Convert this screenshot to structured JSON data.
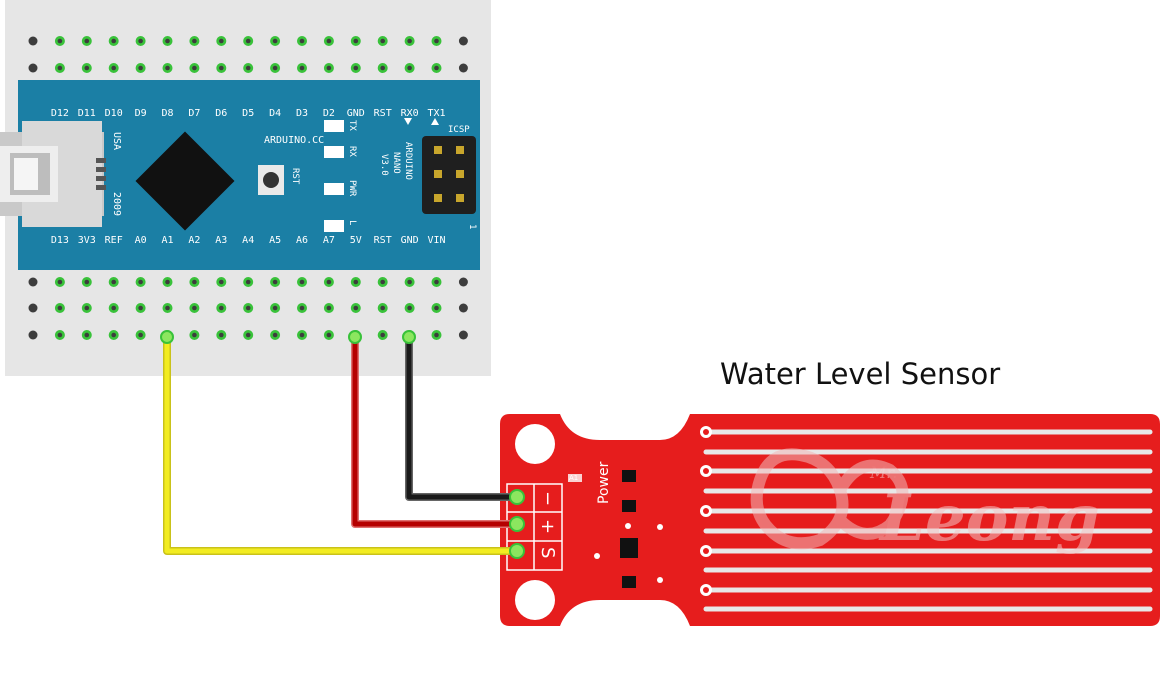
{
  "title": "Water Level Sensor",
  "colors": {
    "breadboard": "#e6e6e6",
    "board": "#1b7fa5",
    "hole": "#3d3d3d",
    "pin_green": "#39c23a",
    "sensor_red": "#e61d1d",
    "wire_signal": "#f2ec21",
    "wire_vcc": "#b50000",
    "wire_gnd": "#1a1a1a"
  },
  "arduino": {
    "top_pins": [
      "D12",
      "D11",
      "D10",
      "D9",
      "D8",
      "D7",
      "D6",
      "D5",
      "D4",
      "D3",
      "D2",
      "GND",
      "RST",
      "RX0",
      "TX1"
    ],
    "bottom_pins": [
      "D13",
      "3V3",
      "REF",
      "A0",
      "A1",
      "A2",
      "A3",
      "A4",
      "A5",
      "A6",
      "A7",
      "5V",
      "RST",
      "GND",
      "VIN"
    ],
    "usb_label": "USA",
    "year_label": "2009",
    "brand": "ARDUINO.CC",
    "model_lines": [
      "ARDUINO",
      "NANO",
      "V3.0"
    ],
    "rst_button_label": "RST",
    "led_labels": [
      "TX",
      "RX",
      "PWR",
      "L"
    ],
    "icsp_label": "ICSP",
    "icsp_pin1": "1"
  },
  "sensor": {
    "pin_labels": [
      "−",
      "+",
      "S"
    ],
    "power_label": "Power",
    "smd_label": "A1"
  },
  "watermark": {
    "text": "Leong",
    "superscript": "Mr."
  },
  "wires": [
    {
      "name": "signal",
      "from": "A1",
      "to": "S"
    },
    {
      "name": "power",
      "from": "5V",
      "to": "+"
    },
    {
      "name": "ground",
      "from": "GND",
      "to": "−"
    }
  ]
}
